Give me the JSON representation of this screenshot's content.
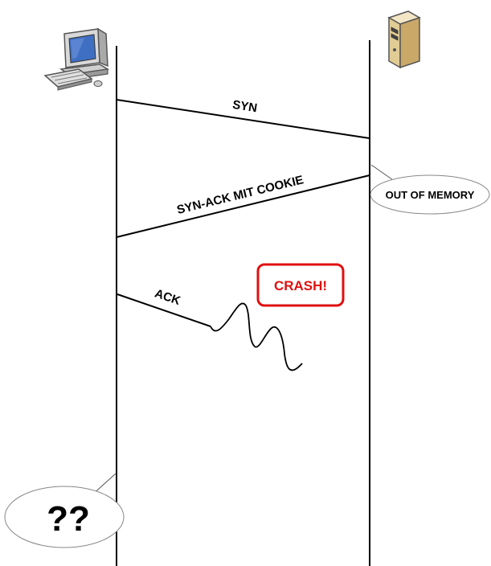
{
  "diagram": {
    "messages": [
      {
        "label": "SYN"
      },
      {
        "label": "SYN-ACK MIT COOKIE"
      },
      {
        "label": "ACK"
      }
    ],
    "server_note": "OUT OF MEMORY",
    "crash_label": "CRASH!",
    "client_note": "??",
    "icons": {
      "client": "desktop-computer-icon",
      "server": "server-tower-icon"
    },
    "colors": {
      "line": "#000000",
      "crash": "#e01010"
    }
  }
}
